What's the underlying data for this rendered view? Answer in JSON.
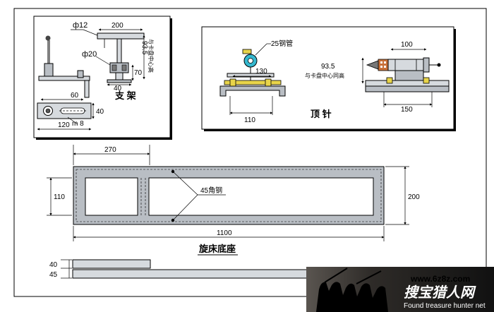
{
  "support": {
    "title": "支  架",
    "dims": {
      "phi12": "ф12",
      "w200": "200",
      "phi20": "ф20",
      "h935": "93.5",
      "center_note": "与卡盘中心高",
      "h70": "70",
      "w40": "40",
      "w60": "60",
      "h40": "40",
      "m8": "m 8",
      "w120": "120"
    }
  },
  "tailstock": {
    "title": "顶  针",
    "pipe_label": "25钢管",
    "dims": {
      "w100": "100",
      "h935": "93.5",
      "center_note": "与卡盘中心同高",
      "w130": "130",
      "w110": "110",
      "w150": "150"
    }
  },
  "base": {
    "title": "旋床底座",
    "angle_label": "45角钢",
    "dims": {
      "w270": "270",
      "h110": "110",
      "h200": "200",
      "w1100": "1100",
      "h40": "40",
      "h45": "45"
    }
  },
  "watermark": {
    "url": "www.6z8z.com",
    "cn": "搜宝猎人网",
    "en": "Found treasure hunter net"
  }
}
